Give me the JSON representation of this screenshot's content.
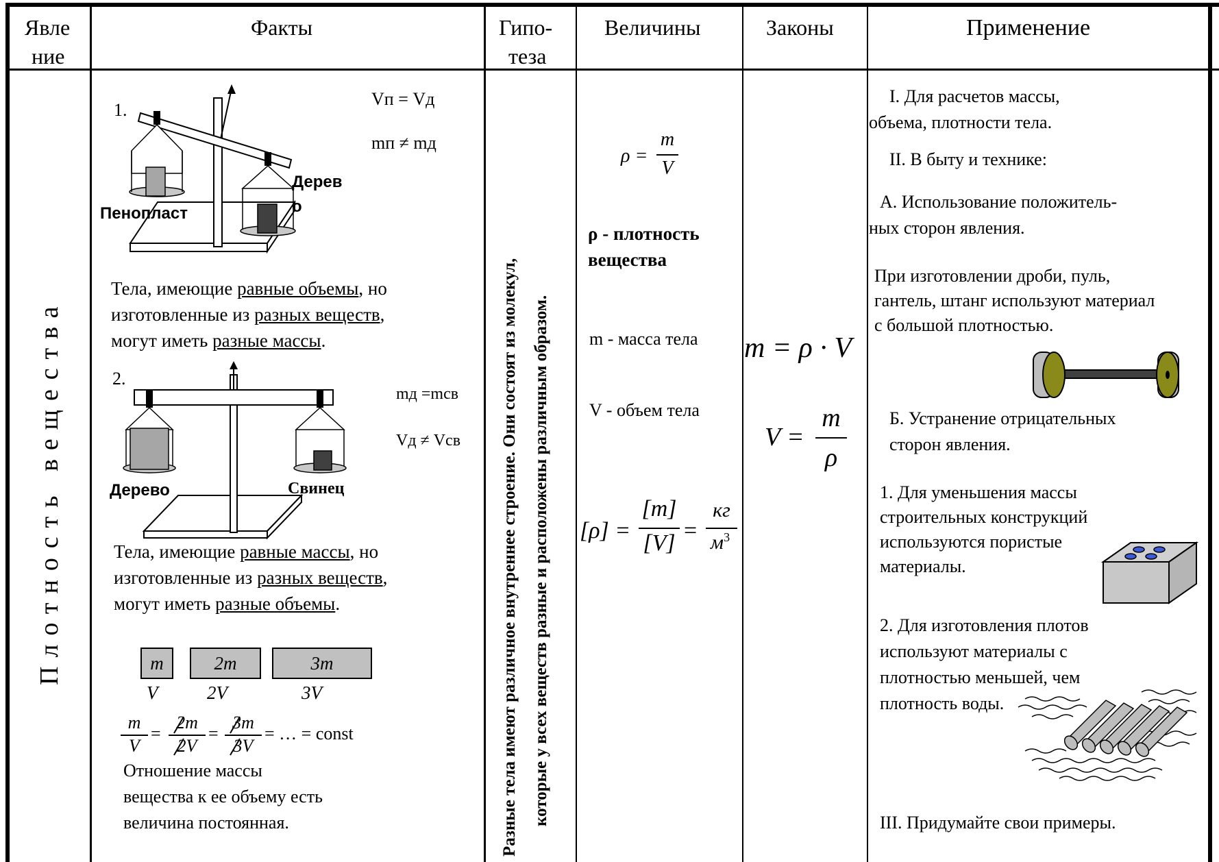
{
  "headers": {
    "phenomenon_1": "Явле",
    "phenomenon_2": "ние",
    "facts": "Факты",
    "hypothesis_1": "Гипо-",
    "hypothesis_2": "теза",
    "quantities": "Величины",
    "laws": "Законы",
    "application": "Применение"
  },
  "phenomenon": "Плотность вещества",
  "facts": {
    "exp1_number": "1.",
    "exp1_cond_v": "Vп = Vд",
    "exp1_cond_m": "mп ≠ mд",
    "exp1_label_left": "Пенопласт",
    "exp1_label_right_1": "Дерев",
    "exp1_label_right_2": "о",
    "exp1_text_1a": "Тела, имеющие ",
    "exp1_text_1b": "равные объемы",
    "exp1_text_1c": ", но",
    "exp1_text_2a": "изготовленные из ",
    "exp1_text_2b": "разных веществ",
    "exp1_text_2c": ",",
    "exp1_text_3a": "могут иметь ",
    "exp1_text_3b": "разные массы",
    "exp1_text_3c": ".",
    "exp2_number": "2.",
    "exp2_cond_m": "mд =mсв",
    "exp2_cond_v": "Vд ≠ Vсв",
    "exp2_label_left": "Дерево",
    "exp2_label_right": "Свинец",
    "exp2_text_1a": "Тела, имеющие ",
    "exp2_text_1b": "равные массы",
    "exp2_text_1c": ", но",
    "exp2_text_2a": "изготовленные из ",
    "exp2_text_2b": "разных веществ",
    "exp2_text_2c": ",",
    "exp2_text_3a": "могут иметь ",
    "exp2_text_3b": "разные объемы",
    "exp2_text_3c": ".",
    "box_1": "m",
    "box_2": "2m",
    "box_3": "3m",
    "vol_1": "V",
    "vol_2": "2V",
    "vol_3": "3V",
    "ratio_num_1": "m",
    "ratio_den_1": "V",
    "ratio_num_2": "2m",
    "ratio_den_2": "2V",
    "ratio_num_3": "3m",
    "ratio_den_3": "3V",
    "ratio_tail": "= … = const",
    "conclusion_1": "Отношение массы",
    "conclusion_2": "вещества к ее объему есть",
    "conclusion_3": "величина постоянная."
  },
  "hypothesis": {
    "line_1": "Разные тела имеют различное  внутреннее строение. Они состоят из молекул,",
    "line_2": "которые у всех веществ разные и расположены различным образом."
  },
  "quantities": {
    "rho_formula_lhs": "ρ =",
    "rho_formula_num": "m",
    "rho_formula_den": "V",
    "rho_def_1": "ρ - плотность",
    "rho_def_2": "вещества",
    "m_def": "m - масса тела",
    "v_def": "V - объем тела",
    "unit_lhs": "[ρ] =",
    "unit_num": "[m]",
    "unit_den": "[V]",
    "unit_eq": "=",
    "unit_res_num": "кг",
    "unit_res_den": "м",
    "unit_res_exp": "3"
  },
  "laws": {
    "law_1": "m = ρ · V",
    "law_2_lhs": "V =",
    "law_2_num": "m",
    "law_2_den": "ρ"
  },
  "application": {
    "p1": "I. Для расчетов массы,",
    "p1b": "объема, плотности тела.",
    "p2": "II. В быту и технике:",
    "p3": "А. Использование положитель-",
    "p3b": "ных сторон явления.",
    "p4": "При изготовлении дроби, пуль,",
    "p4b": "гантель, штанг используют материал",
    "p4c": "с большой плотностью.",
    "p5": "Б. Устранение отрицательных",
    "p5b": "сторон явления.",
    "p6": "1. Для уменьшения массы",
    "p6b": "строительных конструкций",
    "p6c": "используются пористые",
    "p6d": "материалы.",
    "p7": "2. Для изготовления плотов",
    "p7b": "используют материалы с",
    "p7c": "плотностью меньшей, чем",
    "p7d": "плотность воды.",
    "p8": "III. Придумайте свои примеры."
  },
  "colors": {
    "grid": "#000000",
    "weight_gray": "#a6a6a6",
    "dark": "#404040",
    "dumbbell": "#8a8a1a"
  }
}
